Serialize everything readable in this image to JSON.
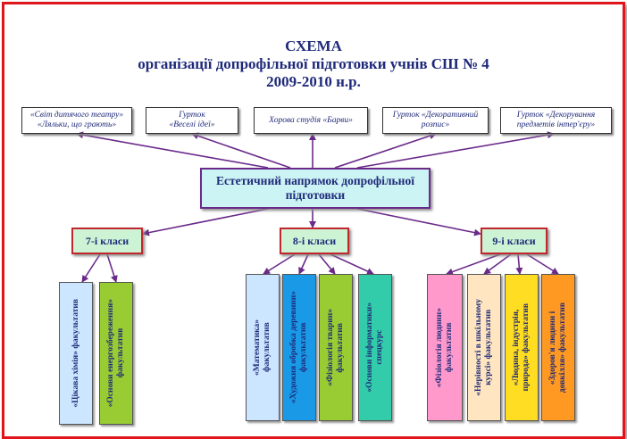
{
  "title": {
    "line1": "СХЕМА",
    "line2": "організації допрофільної  підготовки учнів СШ № 4",
    "line3": "2009-2010 н.р."
  },
  "top_boxes": [
    {
      "text": "«Світ дитячого театру»\n«Ляльки, що грають»",
      "color": "#ffff33"
    },
    {
      "text": "Гурток\n«Веселі ідеї»",
      "color": "#33ccff"
    },
    {
      "text": "Хорова студія «Барви»",
      "color": "#ffe6ff"
    },
    {
      "text": "Гурток «Декоративний\nрозпис»",
      "color": "#ff99cc"
    },
    {
      "text": "Гурток «Декорування\nпредметів інтер'єру»",
      "color": "#ff9933"
    }
  ],
  "center": {
    "text": "Естетичний напрямок допрофільної\nпідготовки"
  },
  "classes": [
    {
      "label": "7-і класи"
    },
    {
      "label": "8-і класи"
    },
    {
      "label": "9-і класи"
    }
  ],
  "subjects": [
    {
      "text": "«Цікава хімія» факультатив",
      "color": "#cce6ff"
    },
    {
      "text": "«Основи енергозбереження»\nфакультатив",
      "color": "#99cc33"
    },
    {
      "text": "«Математика»\nфакультатив",
      "color": "#cce6ff"
    },
    {
      "text": "«Художня обробка деревини»\nфакультатив",
      "color": "#1a99e6"
    },
    {
      "text": "«Фізіологія тварин»\nфакультатив",
      "color": "#99cc33"
    },
    {
      "text": "«Основи інформатики»\nспецкурс",
      "color": "#33ccaa"
    },
    {
      "text": "«Фізіологія людини»\nфакультатив",
      "color": "#ff99cc"
    },
    {
      "text": "«Нерівності в шкільному\nкурсі» факультатив",
      "color": "#ffe6c0"
    },
    {
      "text": "«Людина, індустрія,\nприрода» факультатив",
      "color": "#ffdd22"
    },
    {
      "text": "«Здоров'я людини і\nдовкілля» факультатив",
      "color": "#ff9922"
    }
  ],
  "colors": {
    "arrow": "#6a2a8a",
    "border": "#e0141b"
  }
}
